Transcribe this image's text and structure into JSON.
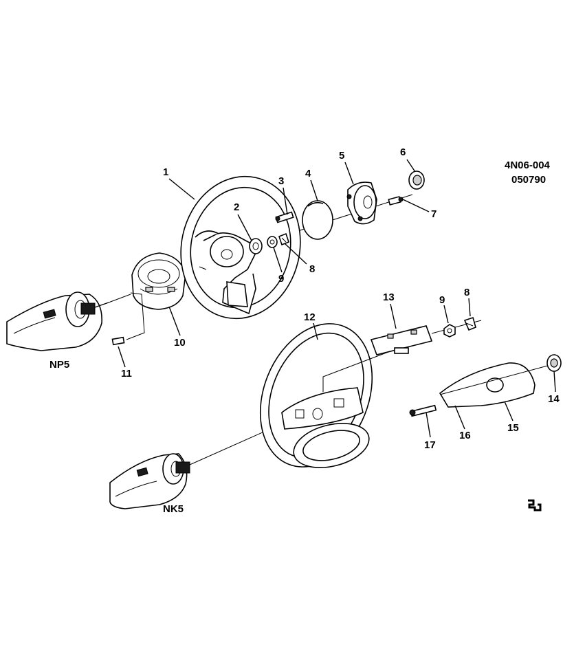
{
  "diagram": {
    "drawing_number": "4N06-004",
    "date_code": "050790",
    "option_labels": {
      "np5": "NP5",
      "nk5": "NK5"
    },
    "callouts": {
      "c1": "1",
      "c2": "2",
      "c3": "3",
      "c4": "4",
      "c5": "5",
      "c6": "6",
      "c7": "7",
      "c8a": "8",
      "c9a": "9",
      "c10": "10",
      "c11": "11",
      "c12": "12",
      "c13": "13",
      "c9b": "9",
      "c8b": "8",
      "c14": "14",
      "c15": "15",
      "c16": "16",
      "c17": "17"
    },
    "logo_icon": "gm-service-logo-icon"
  }
}
